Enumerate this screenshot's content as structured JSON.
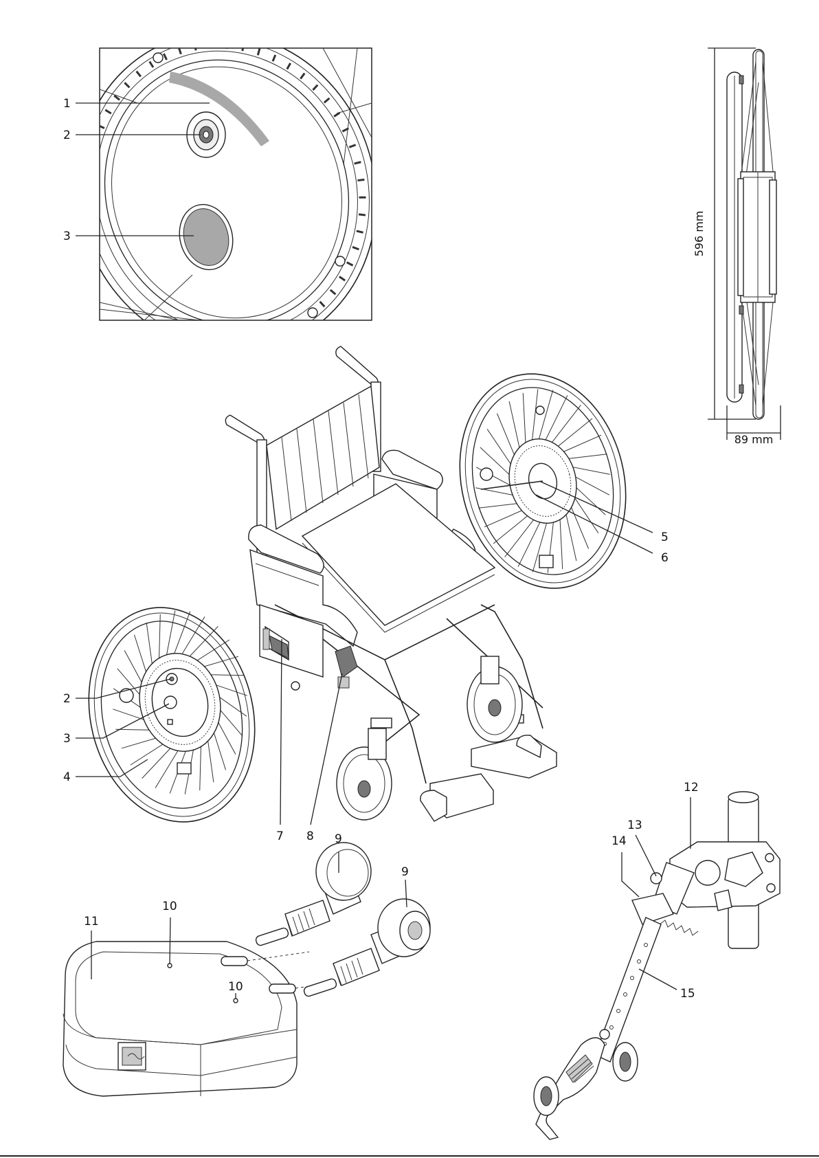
{
  "callouts": {
    "c1": "1",
    "c2a": "2",
    "c3a": "3",
    "c2b": "2",
    "c3b": "3",
    "c4": "4",
    "c5": "5",
    "c6": "6",
    "c7": "7",
    "c8": "8",
    "c9a": "9",
    "c9b": "9",
    "c10a": "10",
    "c10b": "10",
    "c11": "11",
    "c12": "12",
    "c13": "13",
    "c14": "14",
    "c15": "15"
  },
  "dimensions": {
    "height": "596 mm",
    "width": "89 mm"
  },
  "colors": {
    "line": "#222222",
    "highlight": "#a8a8a8",
    "background": "#ffffff"
  }
}
